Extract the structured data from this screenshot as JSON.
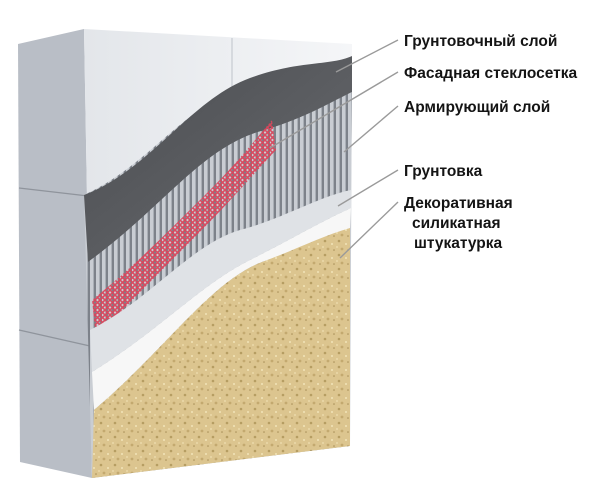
{
  "labels": {
    "primer_layer": "Грунтовочный слой",
    "facade_mesh": "Фасадная стеклосетка",
    "reinforcing_layer": "Армирующий слой",
    "primer": "Грунтовка",
    "plaster_line1": "Декоративная",
    "plaster_line2": "силикатная",
    "plaster_line3": "штукатурка"
  },
  "colors": {
    "insulation_board": "#eceef2",
    "board_side": "#b9bec6",
    "primer_layer": "#5a5c60",
    "glue_ribs": "#b6bbc3",
    "mesh": "#d8465c",
    "reinforcing_layer": "#dfe2e6",
    "primer": "#f7f7f7",
    "plaster": "#dcc58f",
    "leader_line": "#9a9a9a",
    "text": "#141414"
  }
}
